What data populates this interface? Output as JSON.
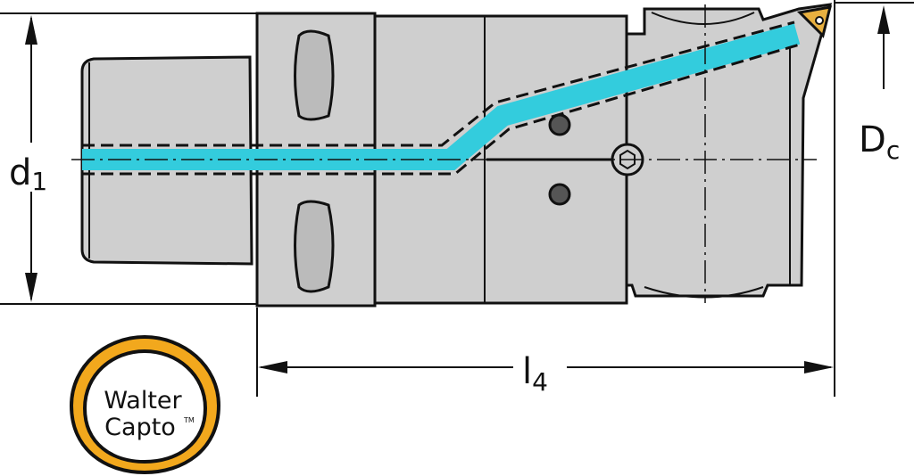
{
  "title": "Walter Capto boring tool adaptor drawing",
  "dimensions": {
    "d1": {
      "main": "d",
      "sub": "1"
    },
    "dc": {
      "main": "D",
      "sub": "c"
    },
    "l4": {
      "main": "l",
      "sub": "4"
    }
  },
  "logo": {
    "line1": "Walter",
    "line2": "Capto",
    "tm": "TM"
  },
  "colors": {
    "coolant": "#33ccdd",
    "body": "#cfcfcf",
    "insert": "#e8b040",
    "logo_ring": "#f2a81d"
  }
}
